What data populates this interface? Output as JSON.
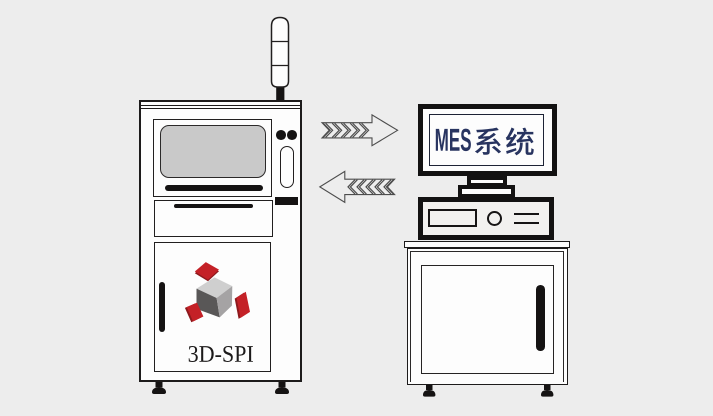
{
  "scene": {
    "background_color": "#ededed",
    "outline_color": "#1d1b1b",
    "arrow_color": "#4d4d4d"
  },
  "spi_machine": {
    "label": "3D-SPI",
    "logo_colors": {
      "red": "#c42127",
      "dark_red": "#8e191d",
      "cube_top": "#cfcfcf",
      "cube_left": "#595757",
      "cube_right": "#a5a3a4"
    },
    "screen_color": "#c9c9c9"
  },
  "mes_station": {
    "monitor_label": "MES系统",
    "monitor_label_latin": "MES",
    "monitor_label_cjk": "系统",
    "label_color": "#283460"
  }
}
